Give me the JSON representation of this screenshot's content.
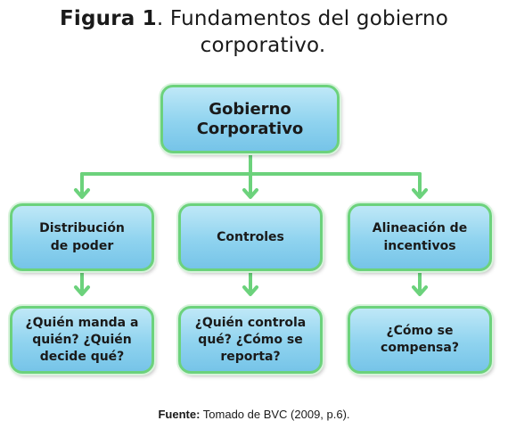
{
  "title": {
    "figure_label": "Figura 1",
    "text_line1": ". Fundamentos del gobierno",
    "text_line2": "corporativo."
  },
  "diagram": {
    "root": {
      "line1": "Gobierno",
      "line2": "Corporativo"
    },
    "branches": [
      {
        "label_line1": "Distribución",
        "label_line2": "de poder",
        "question_line1": "¿Quién manda a",
        "question_line2": "quién? ¿Quién",
        "question_line3": "decide qué?"
      },
      {
        "label_line1": "Controles",
        "label_line2": "",
        "question_line1": "¿Quién controla",
        "question_line2": "qué? ¿Cómo se",
        "question_line3": "reporta?"
      },
      {
        "label_line1": "Alineación de",
        "label_line2": "incentivos",
        "question_line1": "¿Cómo se",
        "question_line2": "compensa?",
        "question_line3": ""
      }
    ],
    "colors": {
      "border": "#6cd27c",
      "fill_top": "#bfe8f7",
      "fill_bottom": "#76c4e8",
      "connector": "#6cd27c"
    }
  },
  "source": {
    "label": "Fuente:",
    "text": " Tomado de BVC (2009, p.6)."
  }
}
